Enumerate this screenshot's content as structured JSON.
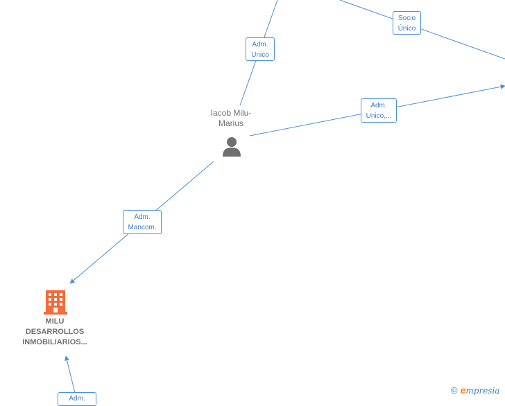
{
  "edges": {
    "adm_unico_top": {
      "line1": "Adm.",
      "line2": "Unico"
    },
    "socio_unico": {
      "line1": "Socio",
      "line2": "Único"
    },
    "adm_unico_right": {
      "line1": "Adm.",
      "line2": "Unico,..."
    },
    "adm_mancom": {
      "line1": "Adm.",
      "line2": "Mancom."
    },
    "adm_bottom": {
      "line1": "Adm."
    }
  },
  "person": {
    "name_line1": "Iacob Milu-",
    "name_line2": "Marius",
    "icon": "person-icon"
  },
  "company": {
    "name_line1": "MILU",
    "name_line2": "DESARROLLOS",
    "name_line3": "INMOBILIARIOS...",
    "icon": "building-icon"
  },
  "watermark": {
    "copyright_symbol": "©",
    "brand_initial": "e",
    "brand_rest": "mpresia"
  },
  "colors": {
    "edge": "#4a8fd6",
    "label_text": "#3a7cc8",
    "node_text": "#707070",
    "company_icon": "#f26b3a",
    "person_icon": "#6f6f6f"
  }
}
